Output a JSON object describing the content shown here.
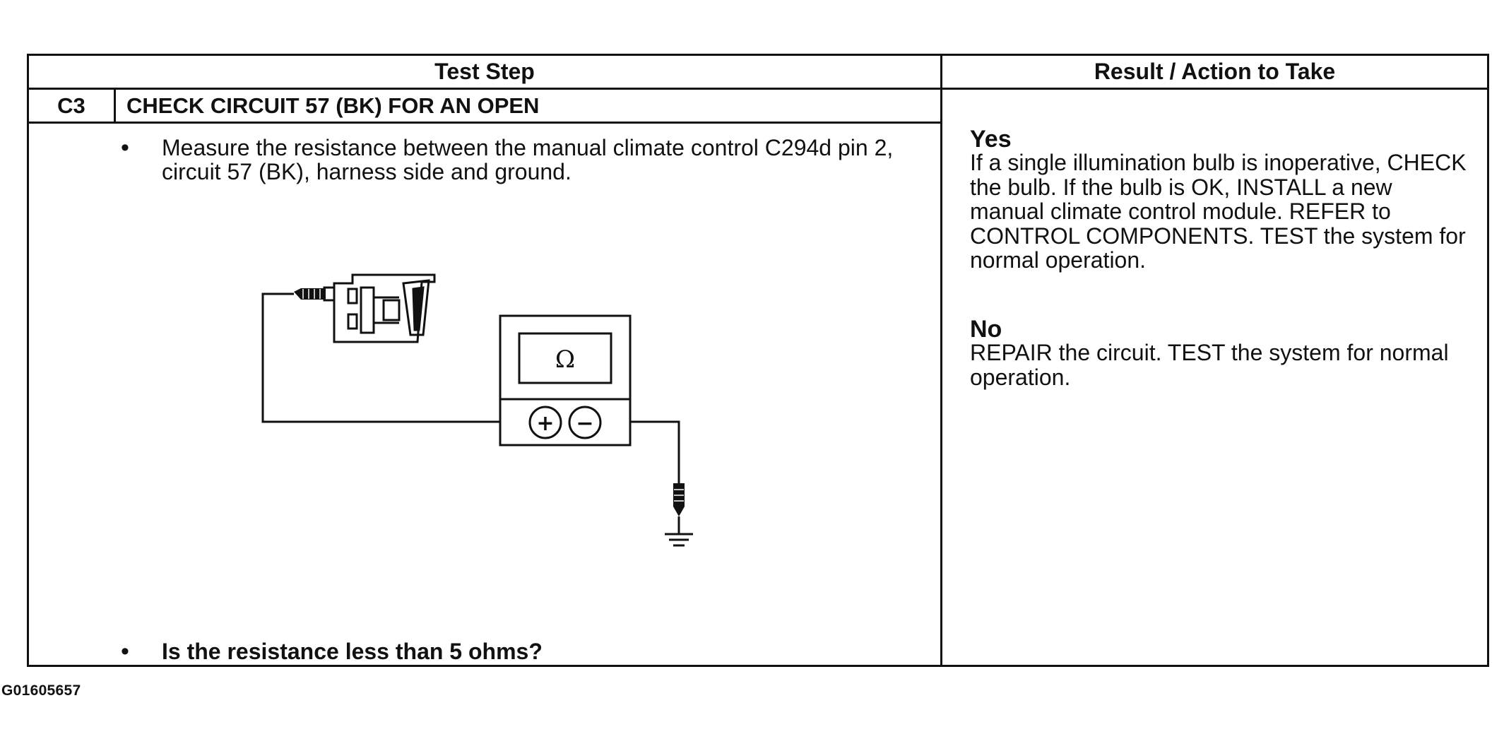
{
  "table": {
    "header_test_step": "Test Step",
    "header_result": "Result / Action to Take",
    "step_id": "C3",
    "step_title": "CHECK CIRCUIT 57 (BK) FOR AN OPEN",
    "bullet_char": "•",
    "instruction": "Measure the resistance between the manual climate control C294d pin 2, circuit 57 (BK), harness side and ground.",
    "question": "Is the resistance less than 5 ohms?"
  },
  "diagram": {
    "meter_symbol": "Ω",
    "plus_symbol": "+",
    "minus_symbol": "−"
  },
  "results": {
    "yes_label": "Yes",
    "yes_text": "If a single illumination bulb is inoperative, CHECK the bulb. If the bulb is OK, INSTALL a new manual climate control module. REFER to CONTROL COMPONENTS.  TEST the system for normal operation.",
    "no_label": "No",
    "no_text": "REPAIR the circuit. TEST the system for normal operation."
  },
  "figure_id": "G01605657"
}
